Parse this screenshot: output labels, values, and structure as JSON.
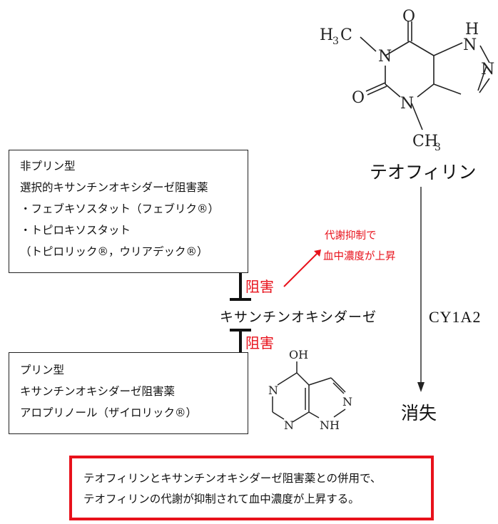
{
  "theophylline": {
    "name": "テオフィリン",
    "atoms": {
      "methyl_top_h": "H",
      "methyl_top_3": "3",
      "methyl_top_c": "C",
      "methyl_bottom_c": "CH",
      "methyl_bottom_3": "3",
      "n1": "N",
      "n3": "N",
      "n7h": "H",
      "n7": "N",
      "n9": "N",
      "o6": "O",
      "o2": "O"
    }
  },
  "enzyme": {
    "name": "キサンチンオキシダーゼ"
  },
  "pathway": {
    "enzyme_label": "CY1A2",
    "end_label": "消失"
  },
  "inhibit_top_label": "阻害",
  "inhibit_bottom_label": "阻害",
  "effect_label": {
    "line1": "代謝抑制で",
    "line2": "血中濃度が上昇"
  },
  "non_purine_box": {
    "lines": [
      "非プリン型",
      "選択的キサンチンオキシダーゼ阻害薬",
      "・フェブキソスタット（フェブリク®）",
      "・トピロキソスタット",
      "（トピロリック®，ウリアデック®）"
    ]
  },
  "purine_box": {
    "lines": [
      "プリン型",
      "キサンチンオキシダーゼ阻害薬",
      "アロプリノール（ザイロリック®）"
    ]
  },
  "allopurinol": {
    "atoms": {
      "oh": "OH",
      "n_left": "N",
      "n_bottom": "N",
      "n_right": "N",
      "nh": "NH"
    }
  },
  "summary": {
    "line1": "テオフィリンとキサンチンオキシダーゼ阻害薬との併用で、",
    "line2": "テオフィリンの代謝が抑制されて血中濃度が上昇する。"
  },
  "colors": {
    "accent_red": "#e8111b",
    "ink": "#222222"
  }
}
